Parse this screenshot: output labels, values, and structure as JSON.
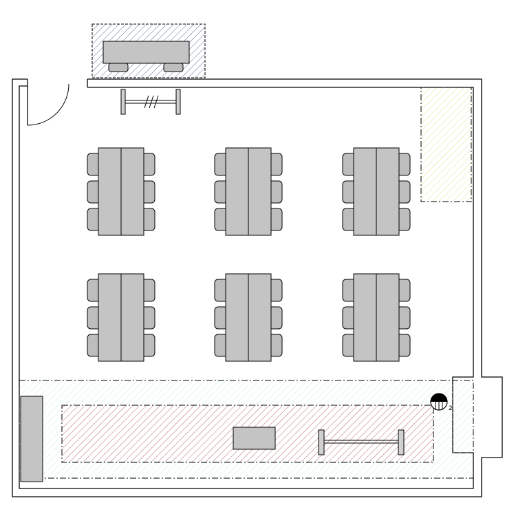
{
  "floor_plan": {
    "furniture": {
      "table_groups": 6,
      "chairs_per_side": 3
    },
    "marker": {
      "label": "2"
    },
    "colors": {
      "wall": "#000000",
      "table_fill": "#c4c4c4",
      "chair_fill": "#bdbdbd",
      "red_hatch": "#c87070",
      "cyan_zone": "#8ad6d6",
      "yellow_hatch": "#e6e096",
      "blue_hatch": "#5a6f9a"
    }
  }
}
